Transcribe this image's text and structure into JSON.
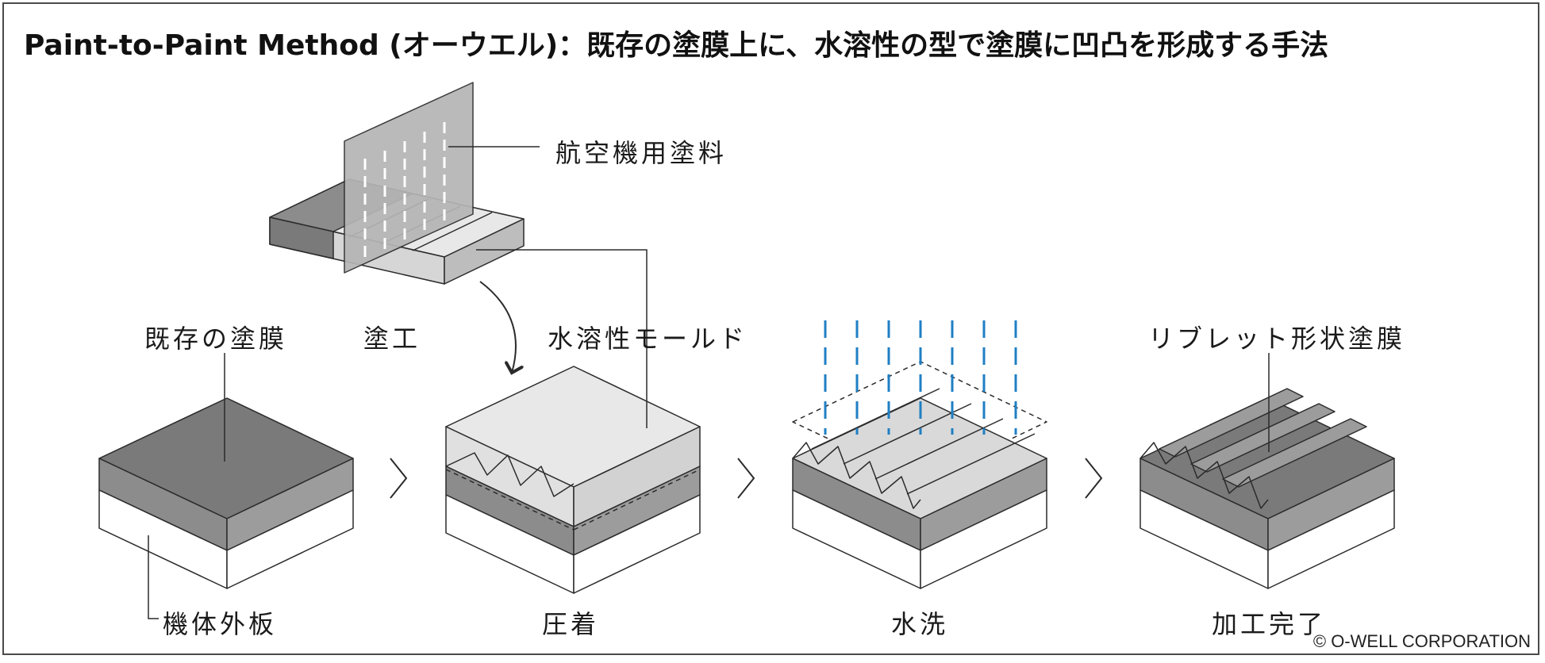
{
  "title": "Paint-to-Paint Method (オーウエル)：既存の塗膜上に、水溶性の型で塗膜に凹凸を形成する手法",
  "labels": {
    "aircraft_paint": "航空機用塗料",
    "existing_coating": "既存の塗膜",
    "coating_step": "塗工",
    "water_soluble_mold": "水溶性モールド",
    "riblet_coating": "リブレット形状塗膜",
    "fuselage_skin": "機体外板"
  },
  "steps": [
    {
      "caption": "機体外板"
    },
    {
      "caption": "圧着"
    },
    {
      "caption": "水洗"
    },
    {
      "caption": "加工完了"
    }
  ],
  "copyright": "© O-WELL CORPORATION",
  "colors": {
    "coating_dark": "#8c8c8c",
    "coating_top": "#7a7a7a",
    "mold_light": "#e6e6e6",
    "substrate": "#ffffff",
    "water": "#1f7fc4",
    "line": "#2b2b2b"
  }
}
